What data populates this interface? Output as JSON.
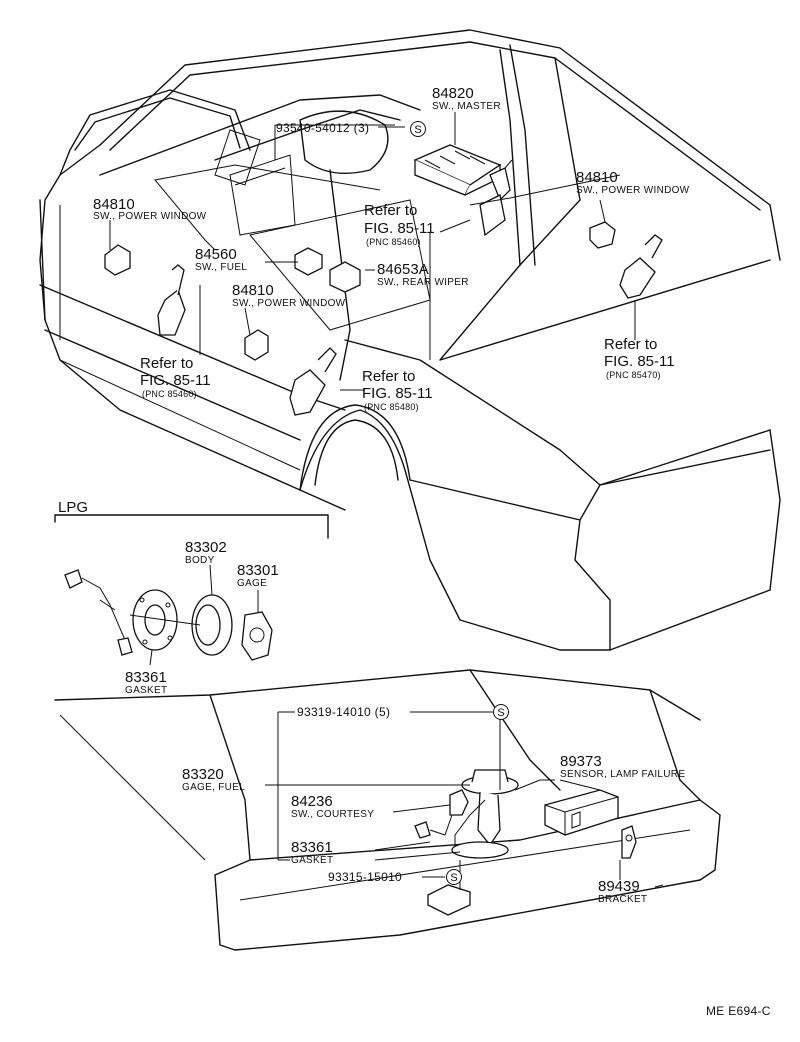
{
  "labels": {
    "p84820_num": "84820",
    "p84820_desc": "SW., MASTER",
    "p93540_num": "93540-54012 (3)",
    "p84810a_num": "84810",
    "p84810a_desc": "SW., POWER WINDOW",
    "p84810b_num": "84810",
    "p84810b_desc": "SW., POWER WINDOW",
    "p84810c_num": "84810",
    "p84810c_desc": "SW., POWER WINDOW",
    "p84560_num": "84560",
    "p84560_desc": "SW., FUEL",
    "p84653_num": "84653A",
    "p84653_desc": "SW., REAR WIPER",
    "lpg_title": "LPG",
    "p83302_num": "83302",
    "p83302_desc": "BODY",
    "p83301_num": "83301",
    "p83301_desc": "GAGE",
    "p83361a_num": "83361",
    "p83361a_desc": "GASKET",
    "p93319_num": "93319-14010 (5)",
    "p83320_num": "83320",
    "p83320_desc": "GAGE, FUEL",
    "p84236_num": "84236",
    "p84236_desc": "SW., COURTESY",
    "p83361b_num": "83361",
    "p83361b_desc": "GASKET",
    "p93315_num": "93315-15010",
    "p89373_num": "89373",
    "p89373_desc": "SENSOR, LAMP FAILURE",
    "p89439_num": "89439",
    "p89439_desc": "BRACKET",
    "diagram_code": "ME  E694-C",
    "s_mark": "S"
  },
  "refs": {
    "r1_line1": "Refer to",
    "r1_line2": "FIG. 85-11",
    "r1_pnc": "(PNC 85460)",
    "r2_line1": "Refer to",
    "r2_line2": "FIG. 85-11",
    "r2_pnc": "(PNC 85460)",
    "r3_line1": "Refer to",
    "r3_line2": "FIG. 85-11",
    "r3_pnc": "(PNC 85480)",
    "r4_line1": "Refer to",
    "r4_line2": "FIG. 85-11",
    "r4_pnc": "(PNC 85470)"
  }
}
